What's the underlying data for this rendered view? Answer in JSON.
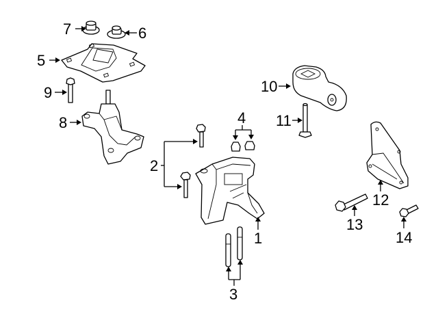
{
  "diagram": {
    "type": "exploded-parts-diagram",
    "subject": "engine / transmission mount assembly",
    "callouts": [
      {
        "id": "1",
        "label": "1",
        "part": "transmission mount"
      },
      {
        "id": "2",
        "label": "2",
        "part": "mount bolts (2)"
      },
      {
        "id": "3",
        "label": "3",
        "part": "studs (2)"
      },
      {
        "id": "4",
        "label": "4",
        "part": "nuts (2)"
      },
      {
        "id": "5",
        "label": "5",
        "part": "shield / cover plate"
      },
      {
        "id": "6",
        "label": "6",
        "part": "flange nut"
      },
      {
        "id": "7",
        "label": "7",
        "part": "nut"
      },
      {
        "id": "8",
        "label": "8",
        "part": "engine mount bracket"
      },
      {
        "id": "9",
        "label": "9",
        "part": "bolt"
      },
      {
        "id": "10",
        "label": "10",
        "part": "torque strut / rear mount"
      },
      {
        "id": "11",
        "label": "11",
        "part": "bolt"
      },
      {
        "id": "12",
        "label": "12",
        "part": "bracket"
      },
      {
        "id": "13",
        "label": "13",
        "part": "bolt"
      },
      {
        "id": "14",
        "label": "14",
        "part": "bolt"
      }
    ]
  }
}
